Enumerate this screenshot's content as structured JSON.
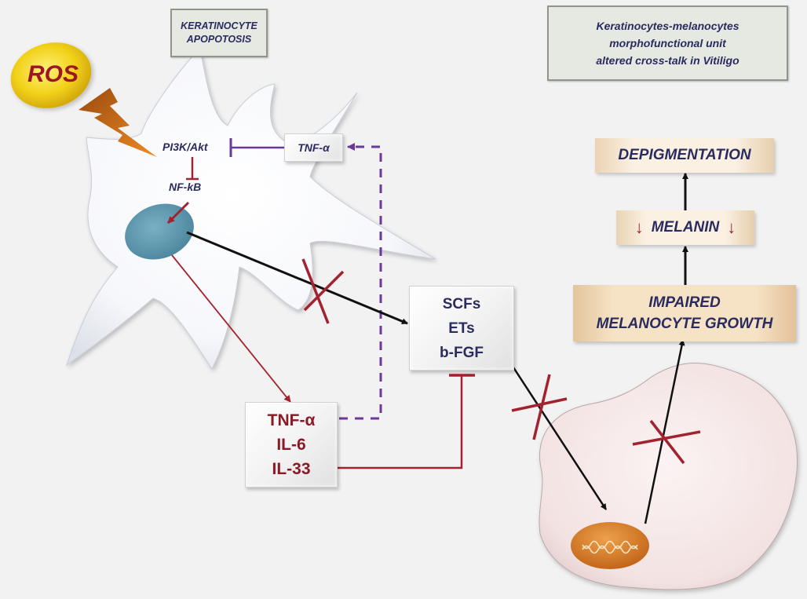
{
  "header": {
    "left_title": [
      "KERATINOCYTE",
      "APOPOTOSIS"
    ],
    "right_title": [
      "Keratinocytes-melanocytes",
      "morphofunctional  unit",
      "altered cross-talk in Vitiligo"
    ]
  },
  "keratinocyte": {
    "stimulus": "ROS",
    "pathway_top": "PI3K/Akt",
    "pathway_bottom": "NF-kB",
    "feedback_cytokine": "TNF-α"
  },
  "cytokines_box": {
    "lines": [
      "TNF-α",
      "IL-6",
      "IL-33"
    ]
  },
  "growth_factors_box": {
    "lines": [
      "SCFs",
      "ETs",
      "b-FGF"
    ]
  },
  "outcome_chain": {
    "impaired": [
      "IMPAIRED",
      "MELANOCYTE GROWTH"
    ],
    "melanin": "MELANIN",
    "melanin_arrow": "↓",
    "depigmentation": "DEPIGMENTATION"
  },
  "colors": {
    "navy_text": "#2a2b5e",
    "maroon": "#8b1a26",
    "inhibit_red": "#a3222f",
    "purple_dashed": "#6a3a9a",
    "ros_yellow": "#f2d21a",
    "bolt_orange": "#d8781e",
    "nucleus_blue": "#5c97ae",
    "melanocyte_pink": "#f4e4e4",
    "melanocyte_nucleus": "#d4781e"
  }
}
